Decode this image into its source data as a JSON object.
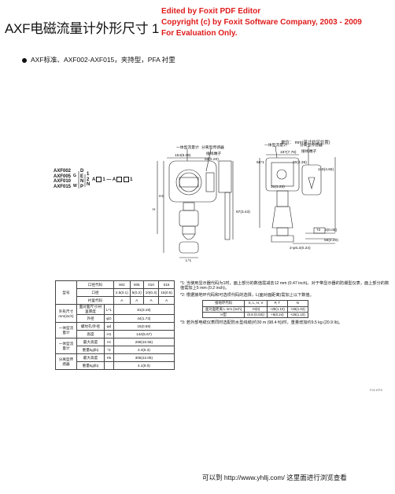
{
  "header": {
    "title": "AXF电磁流量计外形尺寸 1",
    "watermark_lines": [
      "Edited by Foxit PDF Editor",
      "Copyright (c) by Foxit Software Company, 2003 - 2009",
      "For Evaluation Only."
    ]
  },
  "bullet": "AXF标准、AXF002-AXF015，夹持型，PFA 衬里",
  "drawing": {
    "unit": "单位：  mm(英寸约定位置)",
    "label_integral": "一体型流量计",
    "label_remote": "分离型传感器",
    "label_remote_sub": "接线端子",
    "label_integral_2": "一体型流量计",
    "label_remote_2": "分离型传感器",
    "label_remote_sub_2": "接线端子",
    "dims": {
      "d154": "154(6.06)",
      "d56": "56(2.20)",
      "d60": "60(2.36)",
      "d197": "197(7.76)",
      "d118": "118(4.65)",
      "d66": "66*1",
      "d31": "31(1.22)",
      "dH1": "H1",
      "dL": "L*1",
      "dH": "H",
      "dmount": "2-φ6.2(0.24)",
      "d72": "72",
      "d2": "2(0.08)",
      "d56b": "56(2.20)",
      "d87": "87(3.43)"
    },
    "models": [
      "AXF002",
      "AXF005",
      "AXF010",
      "AXF015"
    ],
    "model_suffix": [
      "G",
      "W"
    ],
    "code_letters": [
      "D",
      "E",
      "N",
      "P"
    ],
    "code_digits": [
      "1",
      "2",
      "N"
    ],
    "code_tail": [
      "A",
      "1",
      "A",
      "1"
    ]
  },
  "spec_table": {
    "rows": [
      {
        "group": "型号",
        "label": "口径代码",
        "unit": "",
        "values": [
          "002",
          "005",
          "010",
          "015"
        ]
      },
      {
        "group": "",
        "label": "口径",
        "unit": "",
        "values": [
          "2.5(0.1)",
          "5(0.2)",
          "10(0.4)",
          "15(0.5)"
        ]
      },
      {
        "group": "",
        "label": "衬里代码",
        "unit": "",
        "values": [
          "A",
          "A",
          "A",
          "A"
        ]
      },
      {
        "group": "外形尺寸 mm(inch)",
        "label": "面对面尺寸/衬里厚度",
        "unit": "L*1",
        "merged": "81(3.19)"
      },
      {
        "group": "",
        "label": "外径",
        "unit": "φD",
        "merged": "44(1.73)"
      },
      {
        "group": "一体型流量计",
        "label": "螺纹孔/外径",
        "unit": "φd",
        "merged": "15(0.59)"
      },
      {
        "group": "",
        "label": "高度",
        "unit": "H1",
        "merged": "144(5.67)"
      },
      {
        "group": "一体型流量计",
        "label": "最大高度",
        "unit": "Hi",
        "merged": "268(10.55)"
      },
      {
        "group": "",
        "label": "重量kg(lb)",
        "unit": "*2",
        "merged": "2.4(5.3)"
      },
      {
        "group": "分离型传感器",
        "label": "最大高度",
        "unit": "Hs",
        "merged": "306(12.05)"
      },
      {
        "group": "",
        "label": "重量kg(lb)",
        "unit": "",
        "merged": "4.1(9.0)"
      }
    ]
  },
  "notes": {
    "n1": "*1: 当使用显示器代码为1时，面上部分的数值需减去12 mm (0.47 inch)。对于带显示器的防爆型仪表，面上部分的数值需加上5 mm (0.2 inch)。",
    "n2": "*2: 根据接地环代码和可选项代码的选择，L(面对面距离)需加上以下数值。",
    "sub_header": [
      "接地环代码",
      "S, L, H, V",
      "P, T",
      "N"
    ],
    "sub_row_label": "面对面距离 L mm (inch)",
    "sub_values": [
      "+0(0)",
      "+28(1.10)",
      "+26(1.02)"
    ],
    "sub_row2": [
      "H型",
      "(0.8 (0.03))",
      "+6(0.24)",
      "+26(1.10)"
    ],
    "n3": "*3: 若外部电缆仪表同时选配防水型线缆(约30 m (98.4 ft))时，重量增加约9.5 kg (20.9 lb)。"
  },
  "page_no": "F02.EPS",
  "footer": "可以到 http://www.yhllj.com/ 这里面进行浏览查看"
}
